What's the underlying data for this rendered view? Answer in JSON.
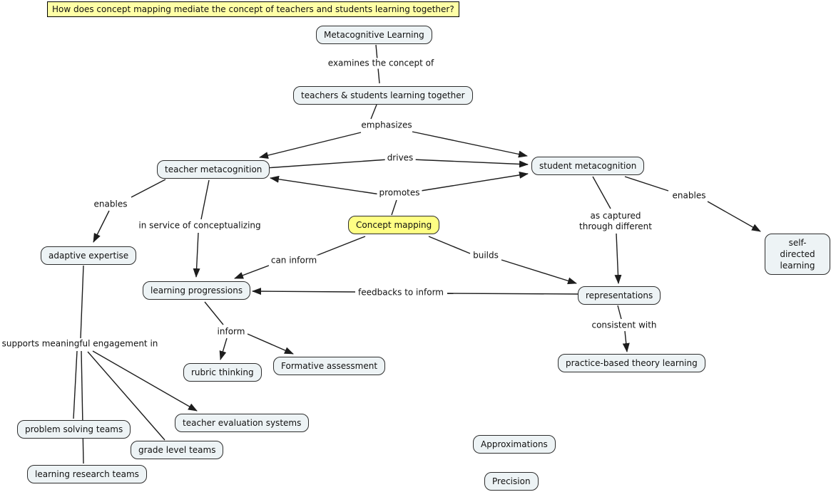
{
  "title": {
    "text": "How does concept mapping mediate the concept of teachers and students learning together?"
  },
  "colors": {
    "background": "#ffffff",
    "node_fill": "#edf3f5",
    "node_border": "#2d2d2d",
    "highlight_node_fill": "#ffff84",
    "title_fill": "#ffffa6",
    "line": "#1d1d1d"
  },
  "nodes": [
    {
      "id": "metacognitive-learning",
      "label": "Metacognitive Learning"
    },
    {
      "id": "teachers-students-learning-together",
      "label": "teachers & students learning together"
    },
    {
      "id": "teacher-metacognition",
      "label": "teacher metacognition"
    },
    {
      "id": "student-metacognition",
      "label": "student metacognition"
    },
    {
      "id": "concept-mapping",
      "label": "Concept mapping",
      "highlight": true
    },
    {
      "id": "adaptive-expertise",
      "label": "adaptive expertise"
    },
    {
      "id": "learning-progressions",
      "label": "learning progressions"
    },
    {
      "id": "representations",
      "label": "representations"
    },
    {
      "id": "self-directed-learning",
      "label": "self-directed learning"
    },
    {
      "id": "practice-based-theory-learning",
      "label": "practice-based theory learning"
    },
    {
      "id": "rubric-thinking",
      "label": "rubric thinking"
    },
    {
      "id": "formative-assessment",
      "label": "Formative assessment"
    },
    {
      "id": "teacher-evaluation-systems",
      "label": "teacher evaluation systems"
    },
    {
      "id": "problem-solving-teams",
      "label": "problem solving teams"
    },
    {
      "id": "grade-level-teams",
      "label": "grade level teams"
    },
    {
      "id": "learning-research-teams",
      "label": "learning research teams"
    },
    {
      "id": "approximations",
      "label": "Approximations"
    },
    {
      "id": "precision",
      "label": "Precision"
    }
  ],
  "link_labels": [
    {
      "id": "examines-the-concept-of",
      "text": "examines the concept of"
    },
    {
      "id": "emphasizes",
      "text": "emphasizes"
    },
    {
      "id": "drives",
      "text": "drives"
    },
    {
      "id": "promotes",
      "text": "promotes"
    },
    {
      "id": "enables-left",
      "text": "enables"
    },
    {
      "id": "in-service-of-conceptualizing",
      "text": "in service of conceptualizing"
    },
    {
      "id": "can-inform",
      "text": "can inform"
    },
    {
      "id": "builds",
      "text": "builds"
    },
    {
      "id": "feedbacks-to-inform",
      "text": "feedbacks to inform"
    },
    {
      "id": "as-captured-through-different",
      "text": "as captured\nthrough different"
    },
    {
      "id": "enables-right",
      "text": "enables"
    },
    {
      "id": "consistent-with",
      "text": "consistent with"
    },
    {
      "id": "inform",
      "text": "inform"
    },
    {
      "id": "supports-meaningful-engagement-in",
      "text": "supports meaningful engagement in"
    }
  ],
  "connections": [
    {
      "from": "Metacognitive Learning",
      "label": "examines the concept of",
      "to": "teachers & students learning together",
      "arrow": false
    },
    {
      "from": "teachers & students learning together",
      "label": "emphasizes",
      "to": "teacher metacognition",
      "arrow": true
    },
    {
      "from": "teachers & students learning together",
      "label": "emphasizes",
      "to": "student metacognition",
      "arrow": true
    },
    {
      "from": "teacher metacognition",
      "label": "drives",
      "to": "student metacognition",
      "arrow": true
    },
    {
      "from": "Concept mapping",
      "label": "promotes",
      "to": "teacher metacognition",
      "arrow": true
    },
    {
      "from": "Concept mapping",
      "label": "promotes",
      "to": "student metacognition",
      "arrow": true
    },
    {
      "from": "teacher metacognition",
      "label": "enables",
      "to": "adaptive expertise",
      "arrow": true
    },
    {
      "from": "teacher metacognition",
      "label": "in service of conceptualizing",
      "to": "learning progressions",
      "arrow": true
    },
    {
      "from": "Concept mapping",
      "label": "can inform",
      "to": "learning progressions",
      "arrow": true
    },
    {
      "from": "Concept mapping",
      "label": "builds",
      "to": "representations",
      "arrow": true
    },
    {
      "from": "student metacognition",
      "label": "as captured through different",
      "to": "representations",
      "arrow": true
    },
    {
      "from": "student metacognition",
      "label": "enables",
      "to": "self-directed learning",
      "arrow": true
    },
    {
      "from": "representations",
      "label": "feedbacks to inform",
      "to": "learning progressions",
      "arrow": true
    },
    {
      "from": "representations",
      "label": "consistent with",
      "to": "practice-based theory learning",
      "arrow": true
    },
    {
      "from": "learning progressions",
      "label": "inform",
      "to": "rubric thinking",
      "arrow": true
    },
    {
      "from": "learning progressions",
      "label": "inform",
      "to": "Formative assessment",
      "arrow": true
    },
    {
      "from": "adaptive expertise",
      "label": "supports meaningful engagement in",
      "to": "problem solving teams",
      "arrow": false
    },
    {
      "from": "adaptive expertise",
      "label": "supports meaningful engagement in",
      "to": "grade level teams",
      "arrow": false
    },
    {
      "from": "adaptive expertise",
      "label": "supports meaningful engagement in",
      "to": "learning research teams",
      "arrow": false
    },
    {
      "from": "adaptive expertise",
      "label": "supports meaningful engagement in",
      "to": "teacher evaluation systems",
      "arrow": true
    }
  ]
}
